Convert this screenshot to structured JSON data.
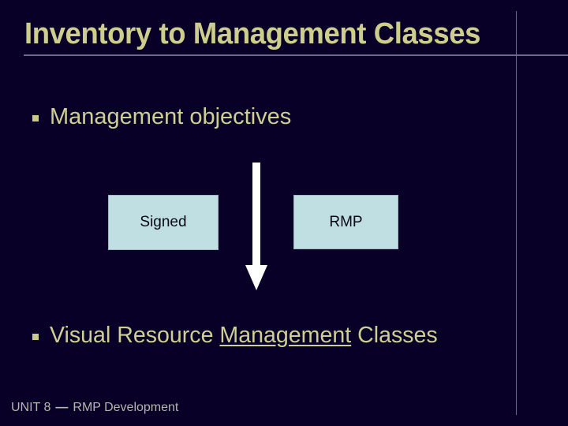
{
  "slide": {
    "title": "Inventory to Management Classes",
    "background_color": "#080026",
    "title_color": "#cdcd8c",
    "body_text_color": "#cfcf94",
    "rule_color": "#6f6f95"
  },
  "bullets": [
    {
      "marker": "square-bullet",
      "text": "Management objectives"
    },
    {
      "marker": "square-bullet",
      "text_before": "Visual Resource ",
      "text_underlined": "Management",
      "text_after": " Classes"
    }
  ],
  "diagram": {
    "boxes": [
      {
        "label": "Signed",
        "fill_color": "#bfdfe3",
        "text_color": "#0a0a14"
      },
      {
        "label": "RMP",
        "fill_color": "#bfdfe3",
        "text_color": "#0a0a14"
      }
    ],
    "arrow": {
      "direction": "down",
      "color": "#ffffff"
    }
  },
  "footer": {
    "unit_label": "UNIT 8",
    "separator": "—",
    "subject": "RMP Development",
    "full_text": "UNIT 8 — RMP Development",
    "color": "#b6b6ac"
  }
}
